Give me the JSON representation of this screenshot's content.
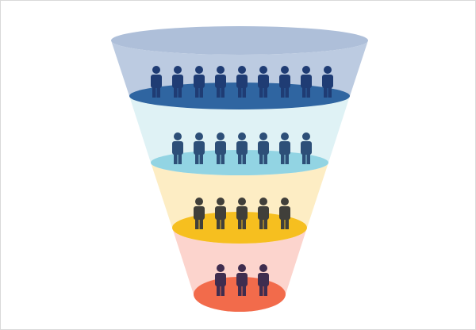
{
  "diagram": {
    "type": "funnel",
    "top_rim_color": "#aebfd9",
    "stages": [
      {
        "people_count": 9,
        "band_color": "#bccbe1",
        "disc_color": "#2f65a1",
        "person_color": "#1f3c74"
      },
      {
        "people_count": 7,
        "band_color": "#dff2f5",
        "disc_color": "#92d4e3",
        "person_color": "#2d4f78"
      },
      {
        "people_count": 5,
        "band_color": "#fdedc4",
        "disc_color": "#f6bf1f",
        "person_color": "#403f3a"
      },
      {
        "people_count": 3,
        "band_color": "#fcd4cd",
        "disc_color": "#f26b4b",
        "person_color": "#3f2d4f"
      }
    ],
    "icon": "person-icon"
  }
}
